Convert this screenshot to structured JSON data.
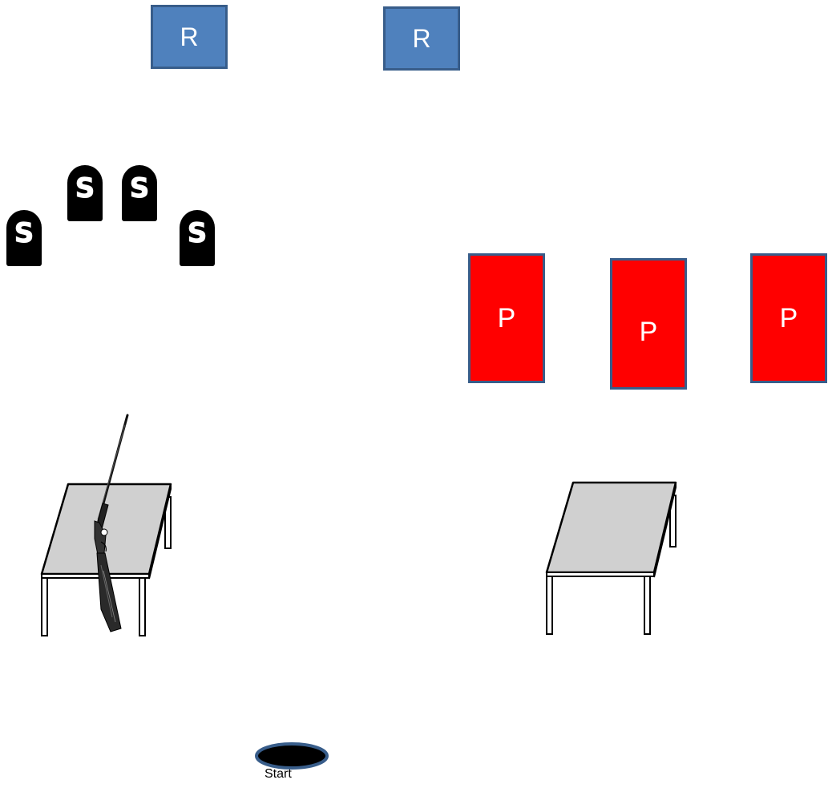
{
  "stage": {
    "rifle_targets": [
      {
        "label": "R"
      },
      {
        "label": "R"
      }
    ],
    "steel_targets": [
      {
        "label": "S"
      },
      {
        "label": "S"
      },
      {
        "label": "S"
      },
      {
        "label": "S"
      }
    ],
    "pistol_targets": [
      {
        "label": "P"
      },
      {
        "label": "P"
      },
      {
        "label": "P"
      }
    ],
    "tables": [
      {
        "has_rifle": true
      },
      {
        "has_rifle": false
      }
    ],
    "start": {
      "label": "Start"
    },
    "colors": {
      "rifle_target_fill": "#4f81bd",
      "target_outline": "#385d8a",
      "pistol_target_fill": "#ff0000",
      "steel_fill": "#000000",
      "table_top": "#d0d0d0",
      "start_fill": "#000000"
    }
  }
}
